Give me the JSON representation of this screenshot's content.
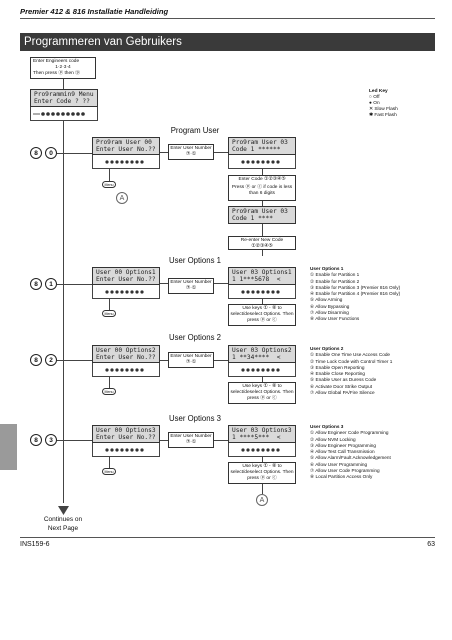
{
  "header": {
    "title": "Premier 412 & 816 Installatie Handleiding"
  },
  "section_title": "Programmeren van Gebruikers",
  "entry": {
    "line1": "Enter Engineers code",
    "code_keys": "1·2·3·4",
    "line2": "Then press ⓟ then ⑨"
  },
  "main_lcd": {
    "line1": "Pro9rammin9 Menu",
    "line2": "Enter Code ? ??"
  },
  "led_key": {
    "title": "Led Key",
    "items": [
      "Off",
      "On",
      "Slow Flash",
      "Fast Flash"
    ]
  },
  "program_user": {
    "title": "Program User",
    "keys": [
      "8",
      "0"
    ],
    "lcd_left": {
      "line1": "Pro9ram User 00",
      "line2": "Enter User No.??"
    },
    "enter_user_number": "Enter User Number",
    "enter_user_number_keys": "⑦·①",
    "lcd_right": {
      "line1": "Pro9ram User 03",
      "line2": "Code 1 ******"
    },
    "enter_code": "Enter Code ①②③④⑤",
    "press_note": "Press ⓟ or ⓒ if code is less than 6 digits",
    "lcd_confirm": {
      "line1": "Pro9ram User 03",
      "line2": "Code 1 ****"
    },
    "reenter": "Re-enter New Code",
    "reenter_keys": "①②③④⑤",
    "menu": "Menu",
    "marker": "A"
  },
  "options": [
    {
      "title": "User Options 1",
      "keys": [
        "8",
        "1"
      ],
      "lcd_left": {
        "line1": "User 00 Options1",
        "line2": "Enter User No.??"
      },
      "lcd_right": {
        "line1": "User 03 Options1",
        "line2": "1 1***5678  <"
      },
      "enter_user_number": "Enter User Number",
      "enter_user_number_keys": "⑦·①",
      "use_keys": "Use keys ① - ⑧ to select/deselect Options. Then press ⓟ or ⓒ",
      "menu": "Menu",
      "list_title": "User Options 1",
      "list": [
        "Enable for Partition 1",
        "Enable for Partition 2",
        "Enable for Partition 3 (Premier 816 Only)",
        "Enable for Partition 4 (Premier 816 Only)",
        "Allow Arming",
        "Allow Bypassing",
        "Allow Disarming",
        "Allow User Functions"
      ]
    },
    {
      "title": "User Options 2",
      "keys": [
        "8",
        "2"
      ],
      "lcd_left": {
        "line1": "User 00 Options2",
        "line2": "Enter User No.??"
      },
      "lcd_right": {
        "line1": "User 03 Options2",
        "line2": "1 **34****  <"
      },
      "enter_user_number": "Enter User Number",
      "enter_user_number_keys": "⑦·①",
      "use_keys": "Use keys ① - ⑧ to select/deselect Options. Then press ⓟ or ⓒ",
      "menu": "Menu",
      "list_title": "User Options 2",
      "list": [
        "Enable One Time Use Access Code",
        "Time Lock Code with Control Timer 1",
        "Enable Open Reporting",
        "Enable Close Reporting",
        "Enable User as Duress Code",
        "Activate Door Strike Output",
        "Allow Global PA/Fire Silence"
      ]
    },
    {
      "title": "User Options 3",
      "keys": [
        "8",
        "3"
      ],
      "lcd_left": {
        "line1": "User 00 Options3",
        "line2": "Enter User No.??"
      },
      "lcd_right": {
        "line1": "User 03 Options3",
        "line2": "1 ****5***  <"
      },
      "enter_user_number": "Enter User Number",
      "enter_user_number_keys": "⑦·①",
      "use_keys": "Use keys ① - ⑧ to select/deselect Options. Then press ⓟ or ⓒ",
      "menu": "Menu",
      "list_title": "User Options 3",
      "list": [
        "Allow Engineer Code Programming",
        "Allow NVM Locking",
        "Allow Engineer Programming",
        "Allow Test Call Transmission",
        "Allow Alarm/Fault Acknowledgement",
        "Allow User Programming",
        "Allow User Code Programming",
        "Local Partition Access Only"
      ]
    }
  ],
  "continues": {
    "line1": "Continues on",
    "line2": "Next Page"
  },
  "footer": {
    "left": "INS159-6",
    "right": "63"
  },
  "colors": {
    "title_bg": "#3a3a3a",
    "lcd_bg": "#d9d9d9",
    "tab": "#9a9a9a"
  }
}
